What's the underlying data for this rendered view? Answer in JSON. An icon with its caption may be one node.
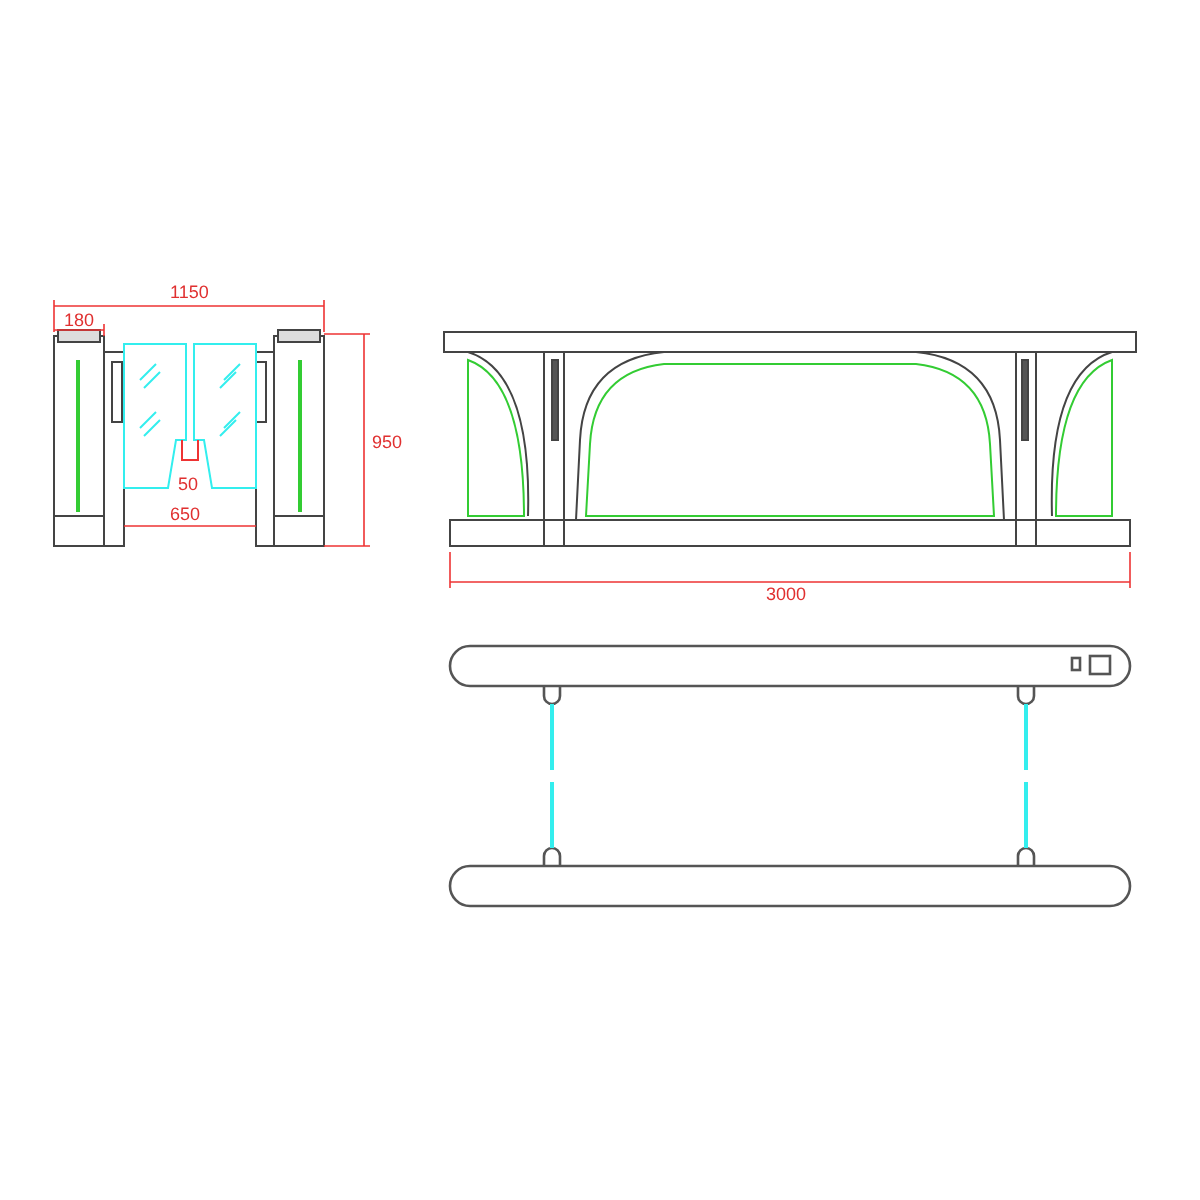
{
  "diagram": {
    "labels": [
      "1150",
      "180",
      "950",
      "50",
      "650",
      "3000"
    ]
  }
}
